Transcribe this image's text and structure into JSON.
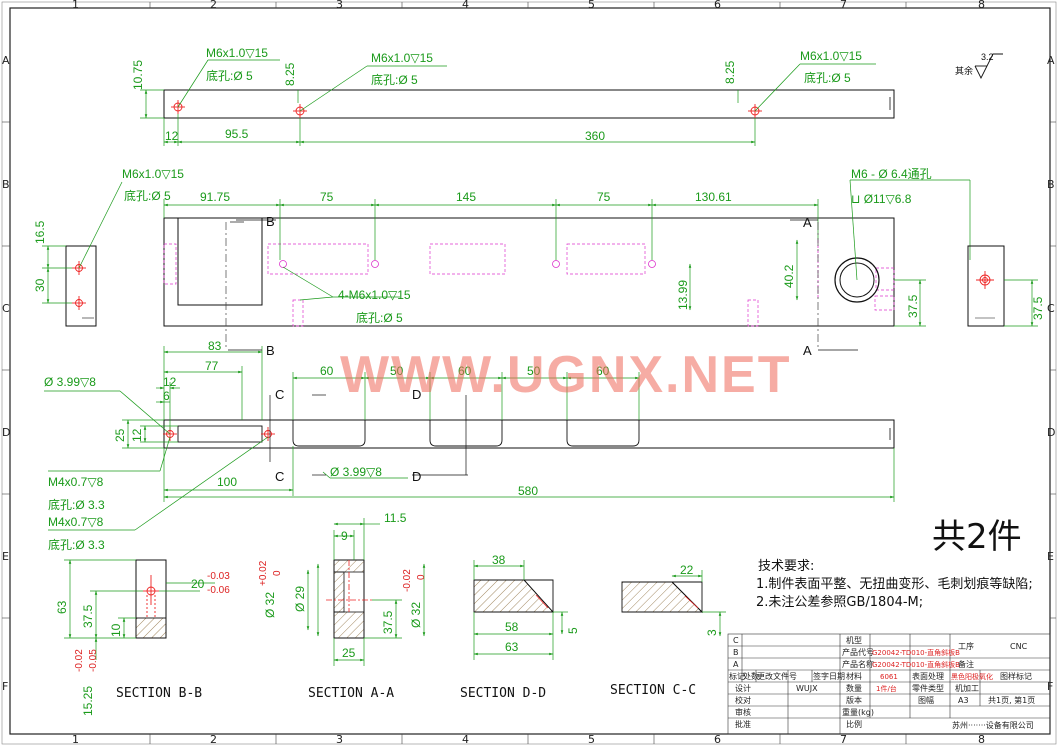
{
  "zones": {
    "columns": [
      "1",
      "2",
      "3",
      "4",
      "5",
      "6",
      "7",
      "8"
    ],
    "rows": [
      "A",
      "B",
      "C",
      "D",
      "E",
      "F"
    ]
  },
  "roughness": {
    "value": "3.2",
    "label": "其余"
  },
  "watermark": "WWW.UGNX.NET",
  "top_view": {
    "callout_1": {
      "thread": "M6x1.0▽15",
      "hole": "底孔:Ø 5"
    },
    "callout_2": {
      "thread": "M6x1.0▽15",
      "hole": "底孔:Ø 5"
    },
    "callout_3": {
      "thread": "M6x1.0▽15",
      "hole": "底孔:Ø 5"
    },
    "dims": {
      "d1075": "10.75",
      "d825a": "8.25",
      "d825b": "8.25",
      "d12": "12",
      "d955": "95.5",
      "d360": "360"
    }
  },
  "front_view": {
    "callout_left": {
      "thread": "M6x1.0▽15",
      "hole": "底孔:Ø 5"
    },
    "callout_mid": {
      "thread": "4-M6x1.0▽15",
      "hole": "底孔:Ø 5"
    },
    "callout_right": {
      "line1": "M6 - Ø 6.4通孔",
      "line2": "⊔ Ø11▽6.8"
    },
    "dims": {
      "d9175": "91.75",
      "d75a": "75",
      "d145": "145",
      "d75b": "75",
      "d13061": "130.61",
      "d165": "16.5",
      "d30": "30",
      "d402": "40.2",
      "d1399": "13.99",
      "d375a": "37.5",
      "d375b": "37.5"
    },
    "section_letters": {
      "b": "B",
      "a": "A"
    }
  },
  "bottom_view": {
    "callout_top": "Ø 3.99▽8",
    "callout_d": "Ø 3.99▽8",
    "callout_m4a": {
      "thread": "M4x0.7▽8",
      "hole": "底孔:Ø 3.3"
    },
    "callout_m4b": {
      "thread": "M4x0.7▽8",
      "hole": "底孔:Ø 3.3"
    },
    "dims": {
      "d83": "83",
      "d77": "77",
      "d12": "12",
      "d6": "6",
      "d25": "25",
      "d12b": "12",
      "d60a": "60",
      "d50a": "50",
      "d60b": "60",
      "d50b": "50",
      "d60c": "60",
      "d100": "100",
      "d580": "580"
    },
    "section_letters": {
      "b": "B",
      "a": "A",
      "c1": "C",
      "c2": "C",
      "d1": "D",
      "d2": "D"
    }
  },
  "sections": {
    "bb": {
      "title": "SECTION B-B",
      "d63": "63",
      "d375": "37.5",
      "d10": "10",
      "d1525": "15.25",
      "d20": "20",
      "tol20_up": "-0.03",
      "tol20_lo": "-0.06",
      "tol1525_up": "-0.02",
      "tol1525_lo": "-0.05"
    },
    "aa": {
      "title": "SECTION A-A",
      "d9": "9",
      "d115": "11.5",
      "d32a": "Ø 32",
      "d29": "Ø 29",
      "d32b": "Ø 32",
      "d375": "37.5",
      "d25": "25",
      "tolA_up": "+0.02",
      "tolA_lo": "0",
      "tolB_up": "-0.02",
      "tolB_lo": "0"
    },
    "dd": {
      "title": "SECTION D-D",
      "d38": "38",
      "d58": "58",
      "d63": "63",
      "d5": "5"
    },
    "cc": {
      "title": "SECTION C-C",
      "d22": "22",
      "d3": "3"
    }
  },
  "quantity": "共2件",
  "tech_notes": {
    "heading": "技术要求:",
    "line1": "1.制件表面平整、无扭曲变形、毛刺划痕等缺陷;",
    "line2": "2.未注公差参照GB/1804-M;"
  },
  "title_block": {
    "rev_rows": [
      "C",
      "B",
      "A"
    ],
    "rev_head": [
      "标记",
      "处数",
      "更改文件号",
      "签字日期"
    ],
    "role_labels": [
      "设计",
      "校对",
      "审核",
      "批准"
    ],
    "designer": "WUJX",
    "labels": {
      "jixing": "机型",
      "product_code": "产品代号",
      "product_name": "产品名称",
      "material": "材料",
      "quantity": "数量",
      "version": "版本",
      "weight": "重量(kg)",
      "scale": "比例",
      "surface": "表面处理",
      "part_type": "零件类型",
      "drawing_size": "图幅",
      "process": "工序",
      "remark": "备注",
      "drawing_mark": "图样标记"
    },
    "values": {
      "product_code": "G20042-TD010-直角斜板B",
      "product_name": "G20042-TD010-直角斜板B",
      "material": "6061",
      "quantity": "1件/台",
      "surface": "黑色阳极氧化",
      "part_type": "机加工",
      "drawing_size": "A3",
      "sheets": "共1页, 第1页",
      "process_value": "CNC",
      "company": "苏州·······设备有限公司"
    }
  }
}
